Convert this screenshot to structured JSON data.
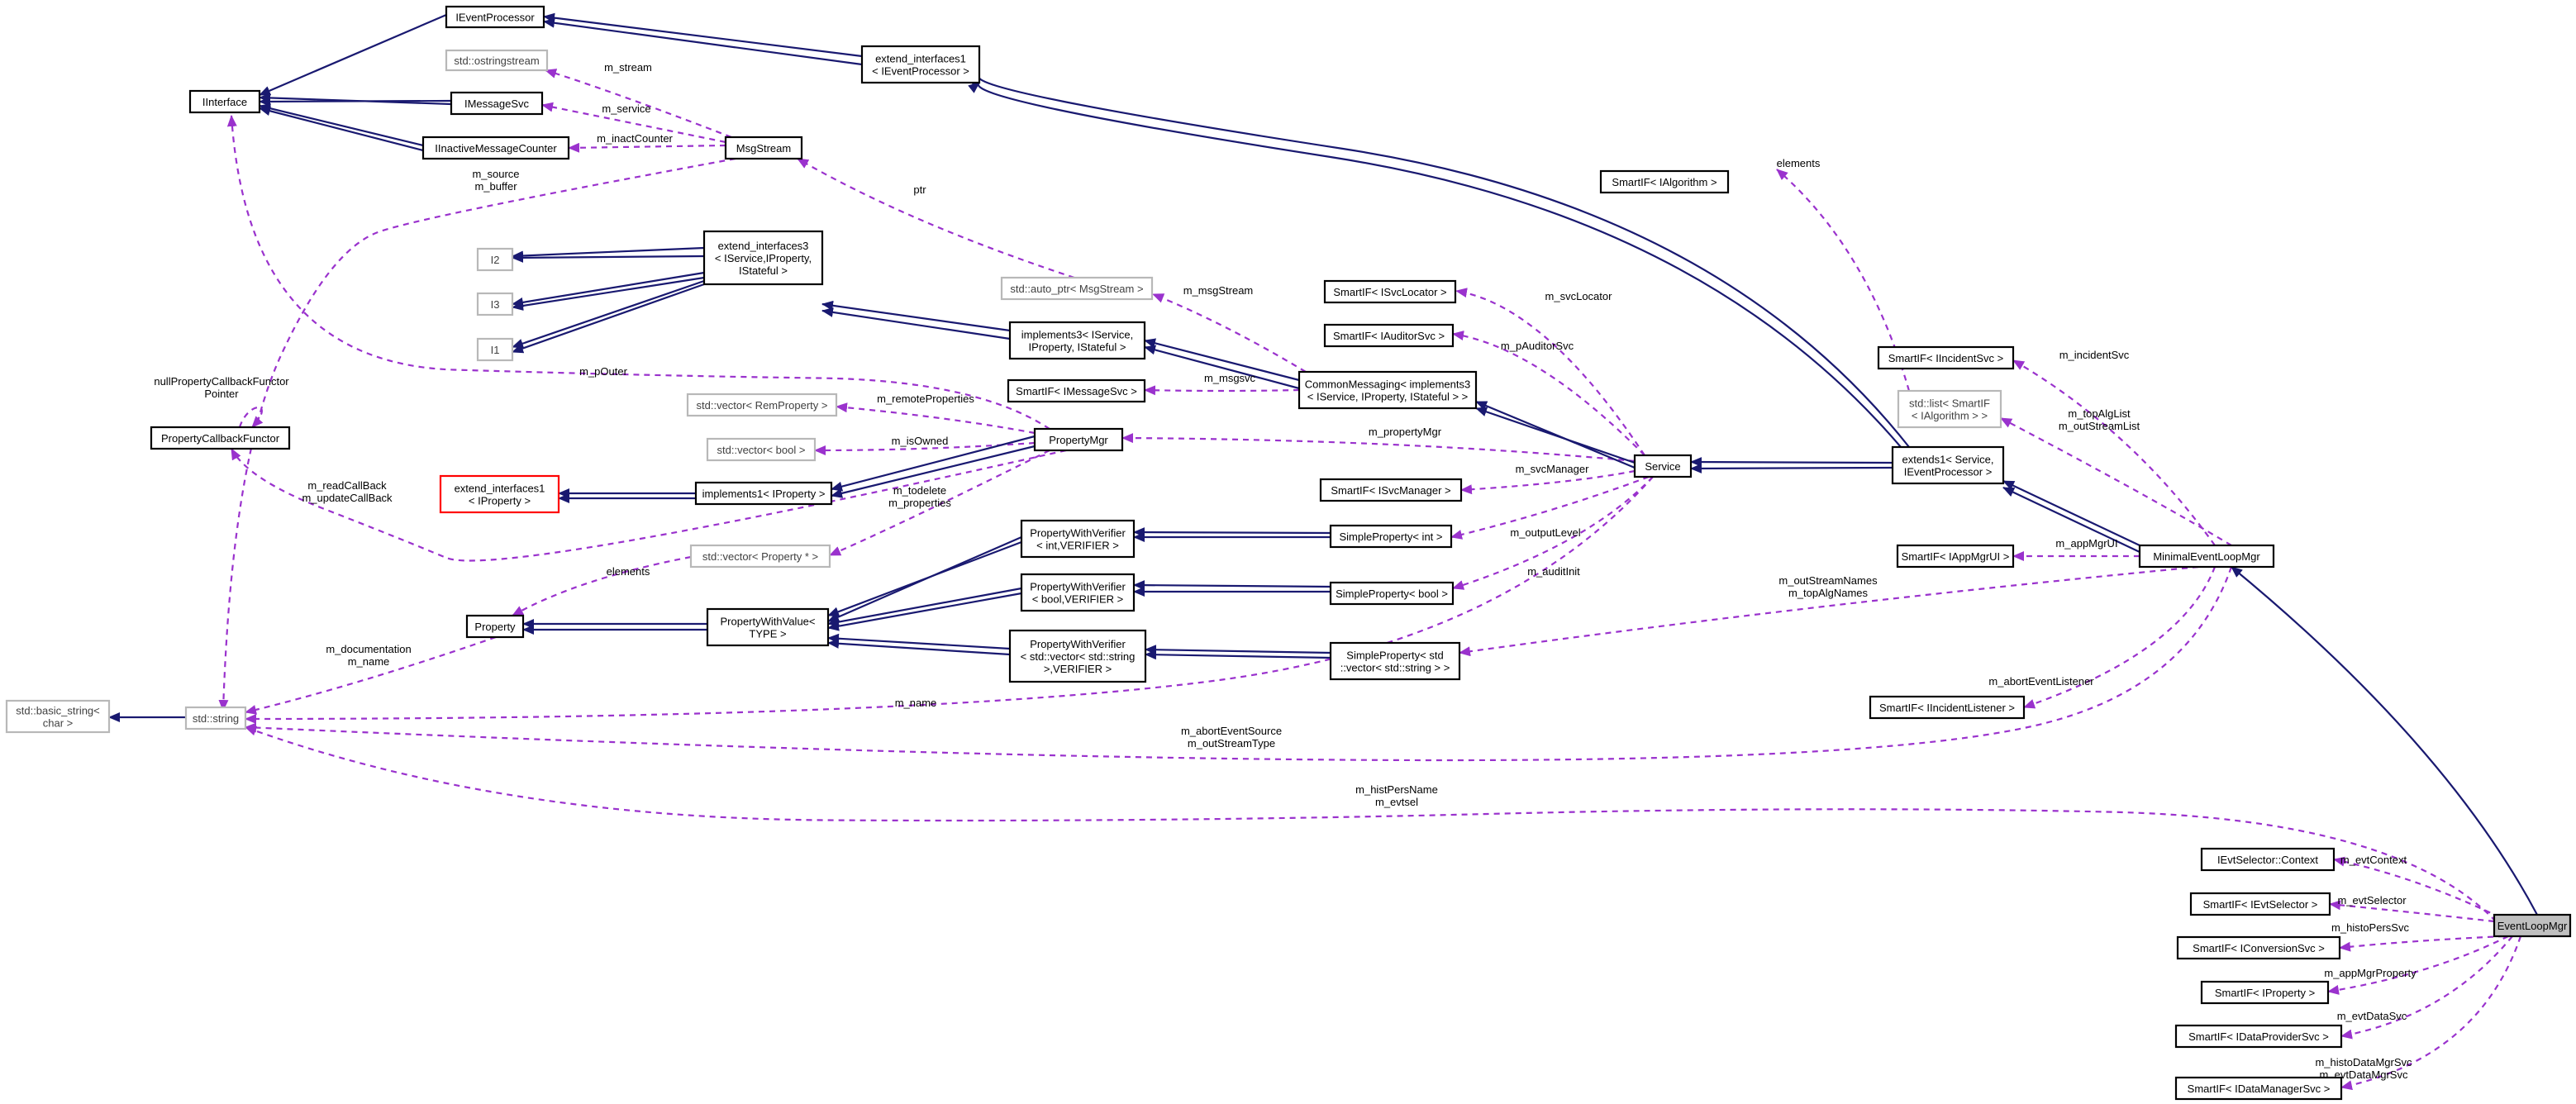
{
  "nodes": [
    {
      "id": "IEventProcessor",
      "label": [
        "IEventProcessor"
      ],
      "style": "normal"
    },
    {
      "id": "extend_if1_ep",
      "label": [
        "extend_interfaces1",
        "< IEventProcessor >"
      ],
      "style": "normal"
    },
    {
      "id": "IInterface",
      "label": [
        "IInterface"
      ],
      "style": "normal"
    },
    {
      "id": "ostringstream",
      "label": [
        "std::ostringstream"
      ],
      "style": "gray"
    },
    {
      "id": "IMessageSvc",
      "label": [
        "IMessageSvc"
      ],
      "style": "normal"
    },
    {
      "id": "IInactiveMessageCounter",
      "label": [
        "IInactiveMessageCounter"
      ],
      "style": "normal"
    },
    {
      "id": "MsgStream",
      "label": [
        "MsgStream"
      ],
      "style": "normal"
    },
    {
      "id": "SmartIF_IAlgorithm",
      "label": [
        "SmartIF< IAlgorithm >"
      ],
      "style": "normal"
    },
    {
      "id": "I2",
      "label": [
        "I2"
      ],
      "style": "gray"
    },
    {
      "id": "I3",
      "label": [
        "I3"
      ],
      "style": "gray"
    },
    {
      "id": "I1",
      "label": [
        "I1"
      ],
      "style": "gray"
    },
    {
      "id": "extend_if3",
      "label": [
        "extend_interfaces3",
        "< IService,IProperty,",
        "IStateful >"
      ],
      "style": "normal"
    },
    {
      "id": "auto_ptr_MsgStream",
      "label": [
        "std::auto_ptr< MsgStream >"
      ],
      "style": "gray"
    },
    {
      "id": "SmartIF_ISvcLocator",
      "label": [
        "SmartIF< ISvcLocator >"
      ],
      "style": "normal"
    },
    {
      "id": "SmartIF_IAuditorSvc",
      "label": [
        "SmartIF< IAuditorSvc >"
      ],
      "style": "normal"
    },
    {
      "id": "implements3",
      "label": [
        "implements3< IService,",
        "IProperty, IStateful >"
      ],
      "style": "normal"
    },
    {
      "id": "SmartIF_IIncidentSvc",
      "label": [
        "SmartIF< IIncidentSvc >"
      ],
      "style": "normal"
    },
    {
      "id": "PropertyCallbackFunctor",
      "label": [
        "PropertyCallbackFunctor"
      ],
      "style": "normal"
    },
    {
      "id": "SmartIF_IMessageSvc",
      "label": [
        "SmartIF< IMessageSvc >"
      ],
      "style": "normal"
    },
    {
      "id": "CommonMessaging",
      "label": [
        "CommonMessaging< implements3",
        "< IService, IProperty, IStateful > >"
      ],
      "style": "normal"
    },
    {
      "id": "list_SmartIF_IAlgorithm",
      "label": [
        "std::list< SmartIF",
        "< IAlgorithm > >"
      ],
      "style": "gray"
    },
    {
      "id": "vector_RemProperty",
      "label": [
        "std::vector< RemProperty >"
      ],
      "style": "gray"
    },
    {
      "id": "vector_bool",
      "label": [
        "std::vector< bool >"
      ],
      "style": "gray"
    },
    {
      "id": "PropertyMgr",
      "label": [
        "PropertyMgr"
      ],
      "style": "normal"
    },
    {
      "id": "Service",
      "label": [
        "Service"
      ],
      "style": "normal"
    },
    {
      "id": "extends1_Service",
      "label": [
        "extends1< Service,",
        "IEventProcessor >"
      ],
      "style": "normal"
    },
    {
      "id": "extend_if1_IProperty",
      "label": [
        "extend_interfaces1",
        "< IProperty >"
      ],
      "style": "red"
    },
    {
      "id": "implements1_IProperty",
      "label": [
        "implements1< IProperty >"
      ],
      "style": "normal"
    },
    {
      "id": "SmartIF_ISvcManager",
      "label": [
        "SmartIF< ISvcManager >"
      ],
      "style": "normal"
    },
    {
      "id": "PWV_int",
      "label": [
        "PropertyWithVerifier",
        "< int,VERIFIER >"
      ],
      "style": "normal"
    },
    {
      "id": "SimpleProperty_int",
      "label": [
        "SimpleProperty< int >"
      ],
      "style": "normal"
    },
    {
      "id": "MinimalEventLoopMgr",
      "label": [
        "MinimalEventLoopMgr"
      ],
      "style": "normal"
    },
    {
      "id": "SmartIF_IAppMgrUI",
      "label": [
        "SmartIF< IAppMgrUI >"
      ],
      "style": "normal"
    },
    {
      "id": "vector_Property_ptr",
      "label": [
        "std::vector< Property * >"
      ],
      "style": "gray"
    },
    {
      "id": "PWV_bool",
      "label": [
        "PropertyWithVerifier",
        "< bool,VERIFIER >"
      ],
      "style": "normal"
    },
    {
      "id": "SimpleProperty_bool",
      "label": [
        "SimpleProperty< bool >"
      ],
      "style": "normal"
    },
    {
      "id": "Property",
      "label": [
        "Property"
      ],
      "style": "normal"
    },
    {
      "id": "PropertyWithValue",
      "label": [
        "PropertyWithValue<",
        "TYPE >"
      ],
      "style": "normal"
    },
    {
      "id": "PWV_vecstr",
      "label": [
        "PropertyWithVerifier",
        "< std::vector< std::string",
        ">,VERIFIER >"
      ],
      "style": "normal"
    },
    {
      "id": "SimpleProperty_vecstr",
      "label": [
        "SimpleProperty< std",
        "::vector< std::string > >"
      ],
      "style": "normal"
    },
    {
      "id": "basic_string",
      "label": [
        "std::basic_string<",
        "char >"
      ],
      "style": "gray"
    },
    {
      "id": "std_string",
      "label": [
        "std::string"
      ],
      "style": "gray"
    },
    {
      "id": "SmartIF_IIncidentListener",
      "label": [
        "SmartIF< IIncidentListener >"
      ],
      "style": "normal"
    },
    {
      "id": "IEvtSelector_Context",
      "label": [
        "IEvtSelector::Context"
      ],
      "style": "normal"
    },
    {
      "id": "SmartIF_IEvtSelector",
      "label": [
        "SmartIF< IEvtSelector >"
      ],
      "style": "normal"
    },
    {
      "id": "EventLoopMgr",
      "label": [
        "EventLoopMgr"
      ],
      "style": "focus"
    },
    {
      "id": "SmartIF_IConversionSvc",
      "label": [
        "SmartIF< IConversionSvc >"
      ],
      "style": "normal"
    },
    {
      "id": "SmartIF_IProperty",
      "label": [
        "SmartIF< IProperty >"
      ],
      "style": "normal"
    },
    {
      "id": "SmartIF_IDataProviderSvc",
      "label": [
        "SmartIF< IDataProviderSvc >"
      ],
      "style": "normal"
    },
    {
      "id": "SmartIF_IDataManagerSvc",
      "label": [
        "SmartIF< IDataManagerSvc >"
      ],
      "style": "normal"
    }
  ],
  "edge_labels": [
    "m_stream",
    "m_service",
    "m_inactCounter",
    "m_source",
    "m_buffer",
    "elements",
    "ptr",
    "m_msgStream",
    "m_svcLocator",
    "m_pAuditorSvc",
    "m_incidentSvc",
    "nullPropertyCallbackFunctor",
    "Pointer",
    "m_pOuter",
    "m_msgsvc",
    "m_remoteProperties",
    "m_topAlgList",
    "m_outStreamList",
    "m_propertyMgr",
    "m_isOwned",
    "m_readCallBack",
    "m_updateCallBack",
    "m_svcManager",
    "m_todelete",
    "m_properties",
    "m_outputLevel",
    "m_auditInit",
    "m_appMgrUI",
    "m_outStreamNames",
    "m_topAlgNames",
    "m_documentation",
    "m_name",
    "m_abortEventListener",
    "m_abortEventSource",
    "m_outStreamType",
    "m_histPersName",
    "m_evtsel",
    "m_evtContext",
    "m_evtSelector",
    "m_histoPersSvc",
    "m_appMgrProperty",
    "m_evtDataSvc",
    "m_histoDataMgrSvc",
    "m_evtDataMgrSvc"
  ],
  "colors": {
    "inheritance_edge": "#191970",
    "usage_edge": "#9a32cd",
    "node_border": "#000000",
    "external_node_border": "#b8b8b8",
    "undocumented_node_border": "#ff0000",
    "focus_node_fill": "#bfbfbf"
  }
}
